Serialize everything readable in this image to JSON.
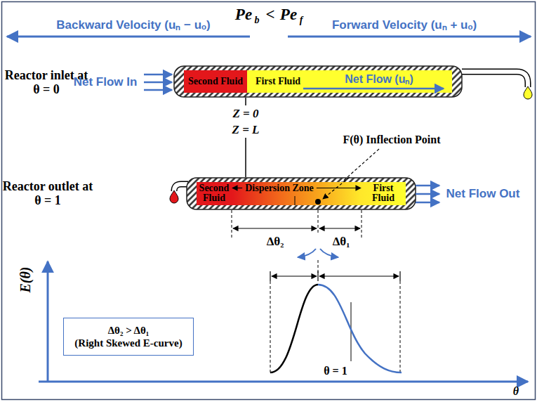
{
  "diagram": {
    "nodes": [
      {
        "text": [
          "Second Fluid"
        ]
      },
      {
        "text": [
          "First Fluid"
        ]
      },
      {
        "text": [
          "Second Fluid",
          "Dispersion Zone",
          "First Fluid"
        ]
      },
      {
        "text": [
          "Δθ₂ > Δθ₁",
          "(Right Skewed E-curve)"
        ]
      }
    ],
    "labels": [
      "Pe",
      "b",
      "<",
      "Pe",
      "f",
      "Backward Velocity (uₙ − uₒ)",
      "Forward Velocity (uₙ + uₒ)",
      "Reactor inlet at θ = 0",
      "Net Flow In",
      "Net Flow (uₙ)",
      "Z = 0",
      "Z = L",
      "F(θ) Inflection Point",
      "Reactor outlet at θ = 1",
      "Net Flow Out",
      "Δθ₂",
      "Δθ₁",
      "E(θ)",
      "θ = 1",
      "θ"
    ]
  }
}
